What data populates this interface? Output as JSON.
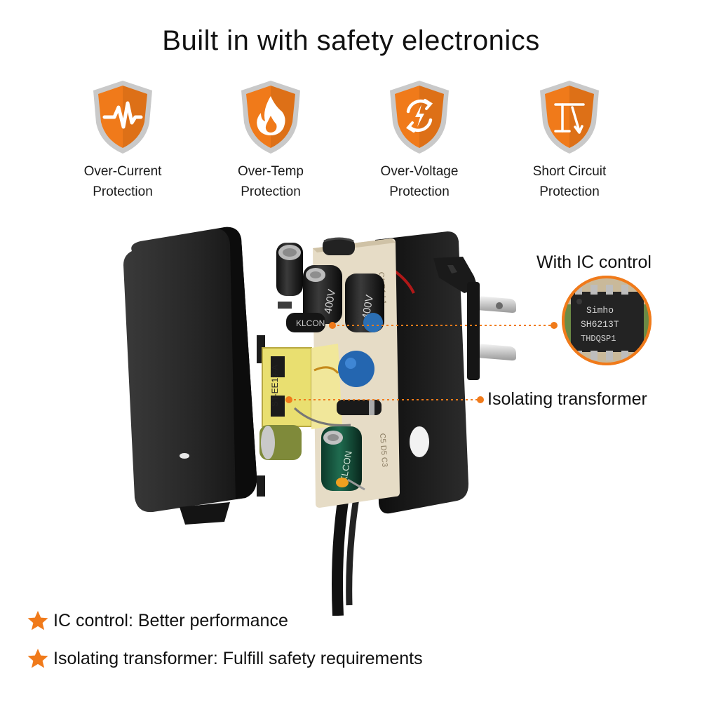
{
  "title": "Built in with safety electronics",
  "features": [
    {
      "icon": "pulse-icon",
      "line1": "Over-Current",
      "line2": "Protection"
    },
    {
      "icon": "flame-icon",
      "line1": "Over-Temp",
      "line2": "Protection"
    },
    {
      "icon": "refresh-bolt-icon",
      "line1": "Over-Voltage",
      "line2": "Protection"
    },
    {
      "icon": "short-circuit-icon",
      "line1": "Short Circuit",
      "line2": "Protection"
    }
  ],
  "callouts": {
    "ic_control": "With IC control",
    "chip_line1": "Simho",
    "chip_line2": "SH6213T",
    "chip_line3": "THDQSP1",
    "transformer": "Isolating transformer"
  },
  "bullets": [
    "IC control: Better performance",
    "Isolating transformer: Fulfill safety requirements"
  ],
  "colors": {
    "accent": "#f07a1a",
    "shield_rim": "#c9c9c9",
    "device_body": "#1f1f1f",
    "pcb": "#e6dcc6"
  }
}
